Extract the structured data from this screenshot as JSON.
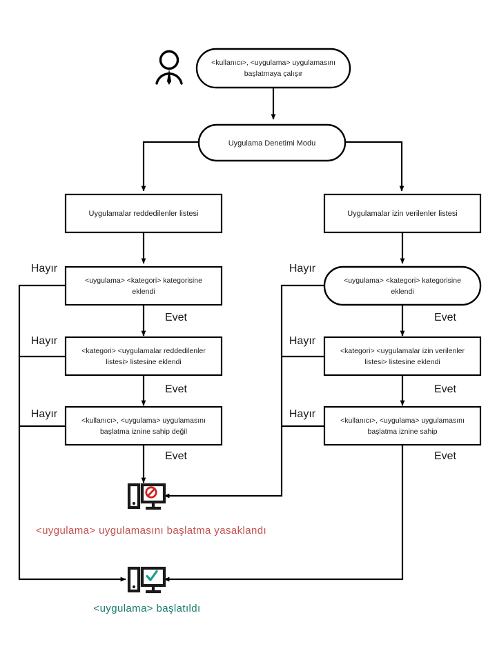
{
  "diagram": {
    "title": "Uygulama Denetimi Modu karar akisi",
    "language": "tr",
    "colors": {
      "line": "#000000",
      "node_fill": "#ffffff",
      "node_stroke": "#000000",
      "denied_text": "#c0504d",
      "allowed_text": "#1a7a6c",
      "denied_icon_mark": "#cc2222",
      "allowed_icon_mark": "#13a08a"
    },
    "actor": {
      "name": "user-actor",
      "icon": "user-icon"
    },
    "nodes": {
      "start": {
        "shape": "rounded",
        "text_lines": [
          "<kullanıcı>,  <uygulama> uygulamasını",
          "başlatmaya çalışır"
        ]
      },
      "mode": {
        "shape": "rounded",
        "text_lines": [
          "Uygulama Denetimi Modu"
        ]
      },
      "denylist": {
        "shape": "rect",
        "text_lines": [
          "Uygulamalar reddedilenler listesi"
        ]
      },
      "allowlist": {
        "shape": "rect",
        "text_lines": [
          "Uygulamalar izin verilenler listesi"
        ]
      },
      "left_category": {
        "shape": "rect",
        "text_lines": [
          "<uygulama> <kategori> kategorisine",
          "eklendi"
        ]
      },
      "left_list": {
        "shape": "rect",
        "text_lines": [
          "<kategori> <uygulamalar reddedilenler",
          "listesi> listesine eklendi"
        ]
      },
      "left_permission": {
        "shape": "rect",
        "text_lines": [
          "<kullanıcı>,  <uygulama> uygulamasını",
          "başlatma iznine sahip değil"
        ]
      },
      "right_category": {
        "shape": "rounded",
        "text_lines": [
          "<uygulama> <kategori> kategorisine",
          "eklendi"
        ]
      },
      "right_list": {
        "shape": "rect",
        "text_lines": [
          "<kategori> <uygulamalar izin verilenler",
          "listesi> listesine eklendi"
        ]
      },
      "right_permission": {
        "shape": "rect",
        "text_lines": [
          "<kullanıcı>,  <uygulama> uygulamasını",
          "başlatma iznine sahip"
        ]
      }
    },
    "edge_labels": {
      "yes": "Evet",
      "no": "Hayır",
      "left_no_1": "Hayır",
      "left_no_2": "Hayır",
      "left_no_3": "Hayır",
      "left_yes_1": "Evet",
      "left_yes_2": "Evet",
      "left_yes_3": "Evet",
      "right_no_1": "Hayır",
      "right_no_2": "Hayır",
      "right_no_3": "Hayır",
      "right_yes_1": "Evet",
      "right_yes_2": "Evet",
      "right_yes_3": "Evet"
    },
    "outcomes": {
      "denied": {
        "icon": "computer-blocked-icon",
        "caption": "<uygulama>  uygulamasını  başlatma yasaklandı"
      },
      "allowed": {
        "icon": "computer-allowed-icon",
        "caption": "<uygulama>  başlatıldı"
      }
    }
  }
}
